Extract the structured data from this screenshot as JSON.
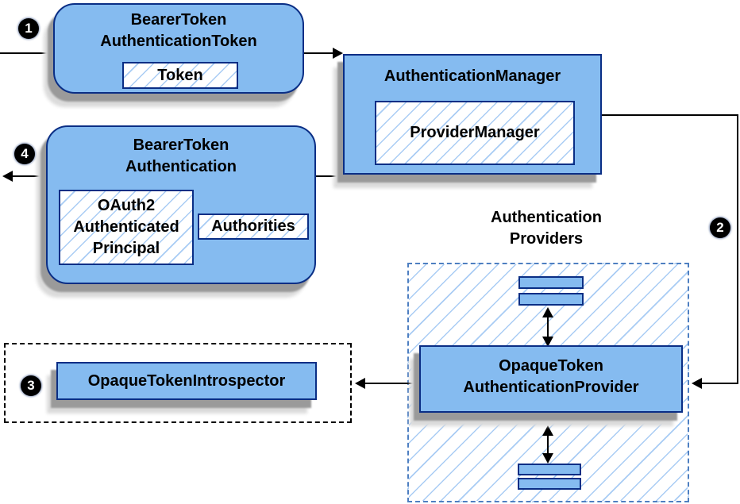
{
  "nodes": {
    "bearer_token_authentication_token": {
      "title": [
        "BearerToken",
        "AuthenticationToken"
      ],
      "field": "Token"
    },
    "authentication_manager": {
      "title": "AuthenticationManager",
      "field": "ProviderManager"
    },
    "bearer_token_authentication": {
      "title": [
        "BearerToken",
        "Authentication"
      ],
      "principal": [
        "OAuth2",
        "Authenticated",
        "Principal"
      ],
      "authorities": "Authorities"
    },
    "opaque_token_authentication_provider": {
      "title": [
        "OpaqueToken",
        "AuthenticationProvider"
      ]
    },
    "opaque_token_introspector": {
      "title": "OpaqueTokenIntrospector"
    }
  },
  "labels": {
    "authentication_providers": [
      "Authentication",
      "Providers"
    ]
  },
  "steps": {
    "one": "1",
    "two": "2",
    "three": "3",
    "four": "4"
  },
  "colors": {
    "node_fill": "#85BBF0",
    "node_border": "#0A2E85",
    "hatch_line": "#A9CCF4",
    "dash_blue": "#4E7FC1",
    "shadow_dark": "#9A9A9A",
    "shadow_light": "#DBDBDB",
    "arrow": "#000000"
  }
}
